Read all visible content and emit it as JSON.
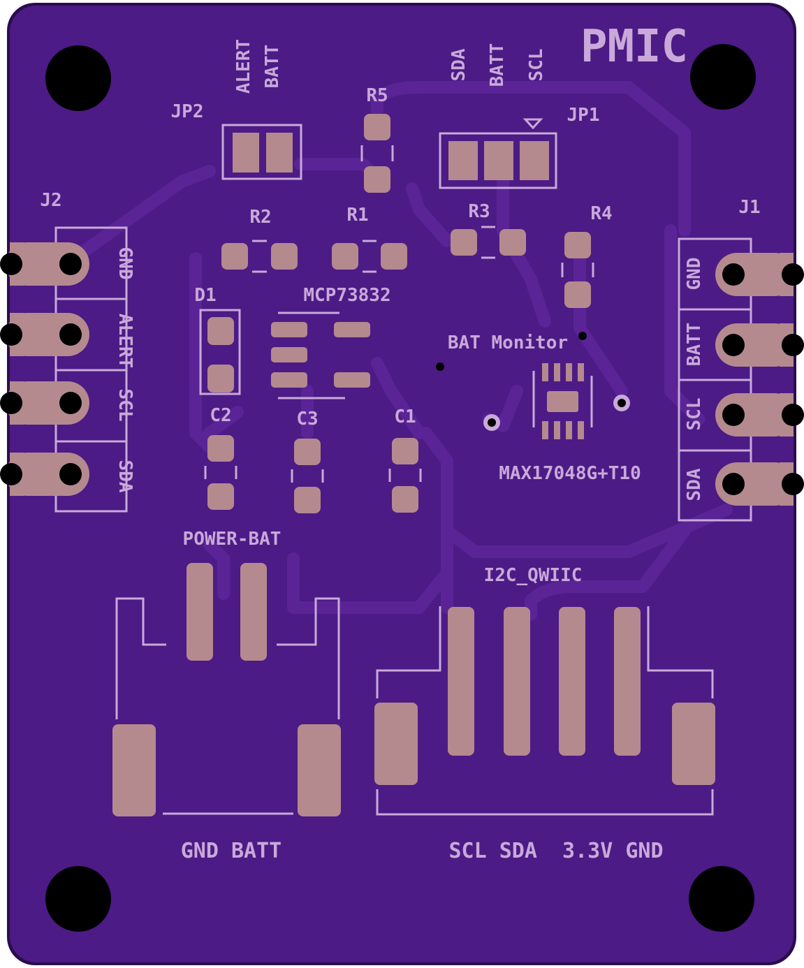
{
  "board": {
    "title": "PMIC",
    "colors": {
      "board": "#4c1b86",
      "board_edge": "#2a0d4e",
      "trace": "#5a2496",
      "pad": "#b48a8e",
      "silkscreen": "#c9a9d9",
      "hole": "#000000"
    }
  },
  "labels": {
    "jp2": "JP2",
    "jp2_alert": "ALERT",
    "jp2_batt": "BATT",
    "r5": "R5",
    "jp1": "JP1",
    "jp1_sda": "SDA",
    "jp1_batt": "BATT",
    "jp1_scl": "SCL",
    "j2": "J2",
    "j1": "J1",
    "r2": "R2",
    "r1": "R1",
    "r3": "R3",
    "r4": "R4",
    "d1": "D1",
    "mcp": "MCP73832",
    "bat_monitor": "BAT Monitor",
    "c2": "C2",
    "c3": "C3",
    "c1": "C1",
    "max": "MAX17048G+T10",
    "power_bat": "POWER-BAT",
    "i2c": "I2C_QWIIC",
    "gnd_batt": "GND BATT",
    "i2c_pins": "SCL SDA  3.3V GND"
  },
  "j2_pins": [
    "GND",
    "ALERT",
    "SCL",
    "SDA"
  ],
  "j1_pins": [
    "GND",
    "BATT",
    "SCL",
    "SDA"
  ]
}
